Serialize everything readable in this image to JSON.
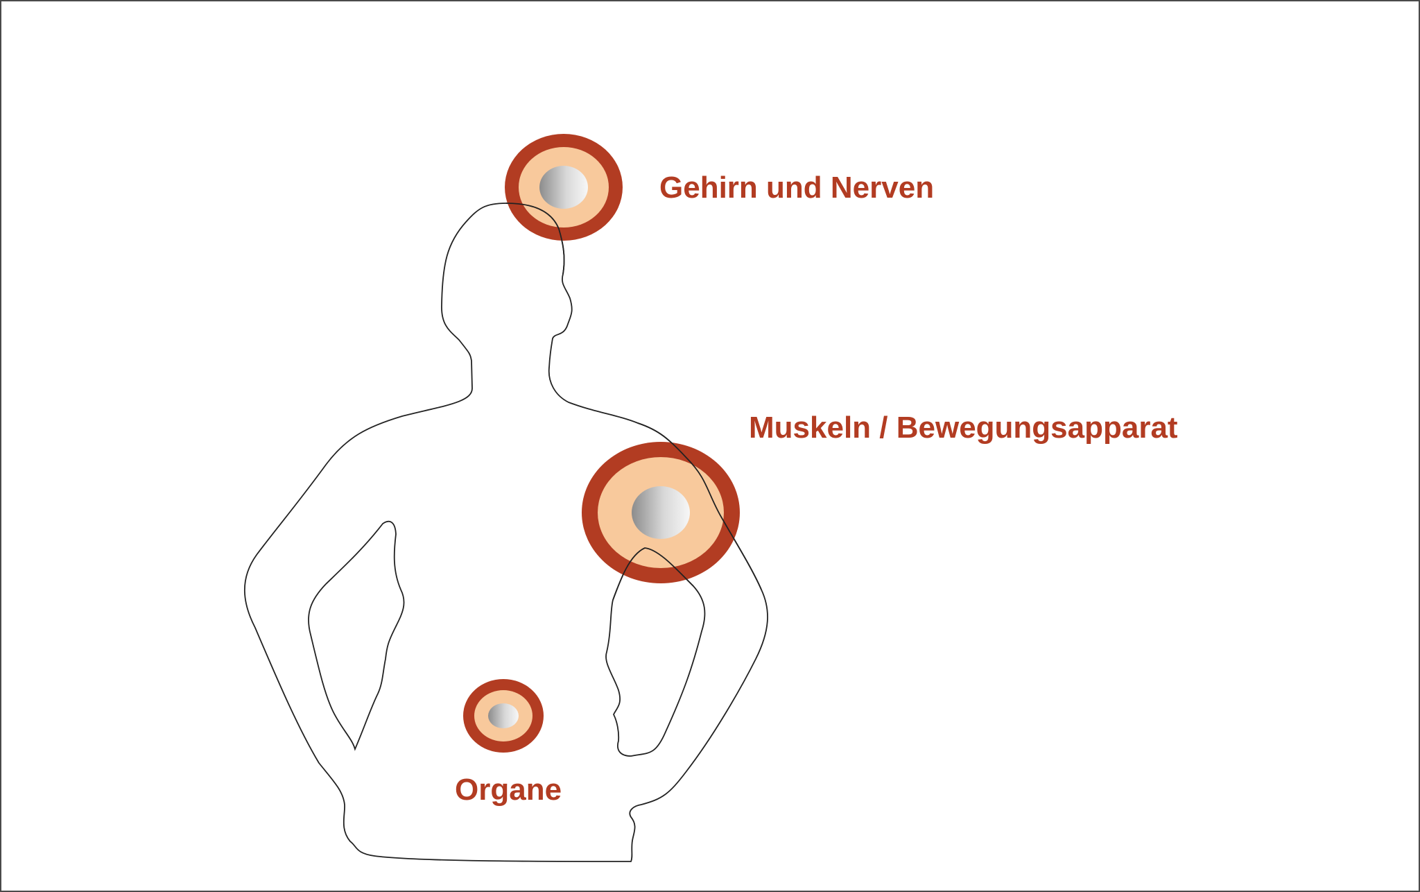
{
  "labels": {
    "brain": "Gehirn und Nerven",
    "muscles": "Muskeln / Bewegungsapparat",
    "organs": "Organe"
  },
  "colors": {
    "accent": "#b23c22",
    "ring_outer": "#b23c22",
    "ring_inner": "#f8c99c",
    "core_light": "#f4f4f4",
    "core_dark": "#8c8c8c",
    "outline": "#222222"
  }
}
